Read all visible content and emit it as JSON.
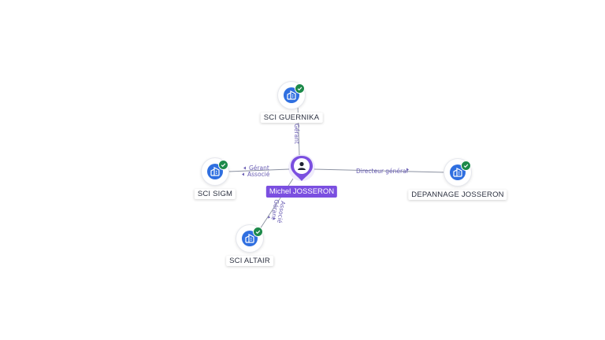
{
  "person": {
    "name": "Michel JOSSERON",
    "icon": "person-icon"
  },
  "companies": [
    {
      "id": "guernika",
      "name": "SCI GUERNIKA",
      "icon": "company-building-icon",
      "status": "active-check"
    },
    {
      "id": "sigm",
      "name": "SCI SIGM",
      "icon": "company-building-icon",
      "status": "active-check"
    },
    {
      "id": "altair",
      "name": "SCI ALTAIR",
      "icon": "company-building-icon",
      "status": "active-check"
    },
    {
      "id": "depannage",
      "name": "DEPANNAGE JOSSERON",
      "icon": "company-building-icon",
      "status": "active-check"
    }
  ],
  "relations": {
    "guernika": [
      "Gérant"
    ],
    "sigm": [
      "Gérant",
      "Associé"
    ],
    "altair": [
      "Gérant",
      "Associé"
    ],
    "depannage": [
      "Directeur général"
    ]
  },
  "colors": {
    "company_bubble": "#2f6fe0",
    "check_badge": "#1d8a4a",
    "person_pin": "#7b4fe0",
    "edge": "#8a90a0",
    "edge_label": "#6b5fb4"
  }
}
